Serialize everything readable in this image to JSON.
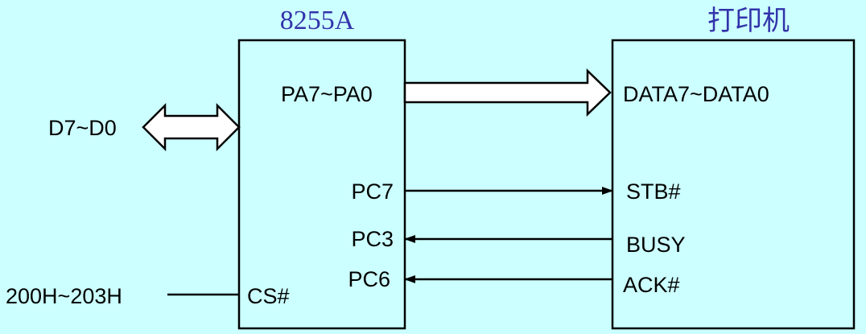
{
  "colors": {
    "background": "#ccffff",
    "title": "#3333aa",
    "ink": "#000000"
  },
  "chip": {
    "title": "8255A",
    "pins": {
      "port_a": "PA7~PA0",
      "pc7": "PC7",
      "pc3": "PC3",
      "pc6": "PC6",
      "cs": "CS#"
    }
  },
  "printer": {
    "title": "打印机",
    "pins": {
      "data": "DATA7~DATA0",
      "stb": "STB#",
      "busy": "BUSY",
      "ack": "ACK#"
    }
  },
  "bus": {
    "data_bus": "D7~D0",
    "address": "200H~203H"
  }
}
